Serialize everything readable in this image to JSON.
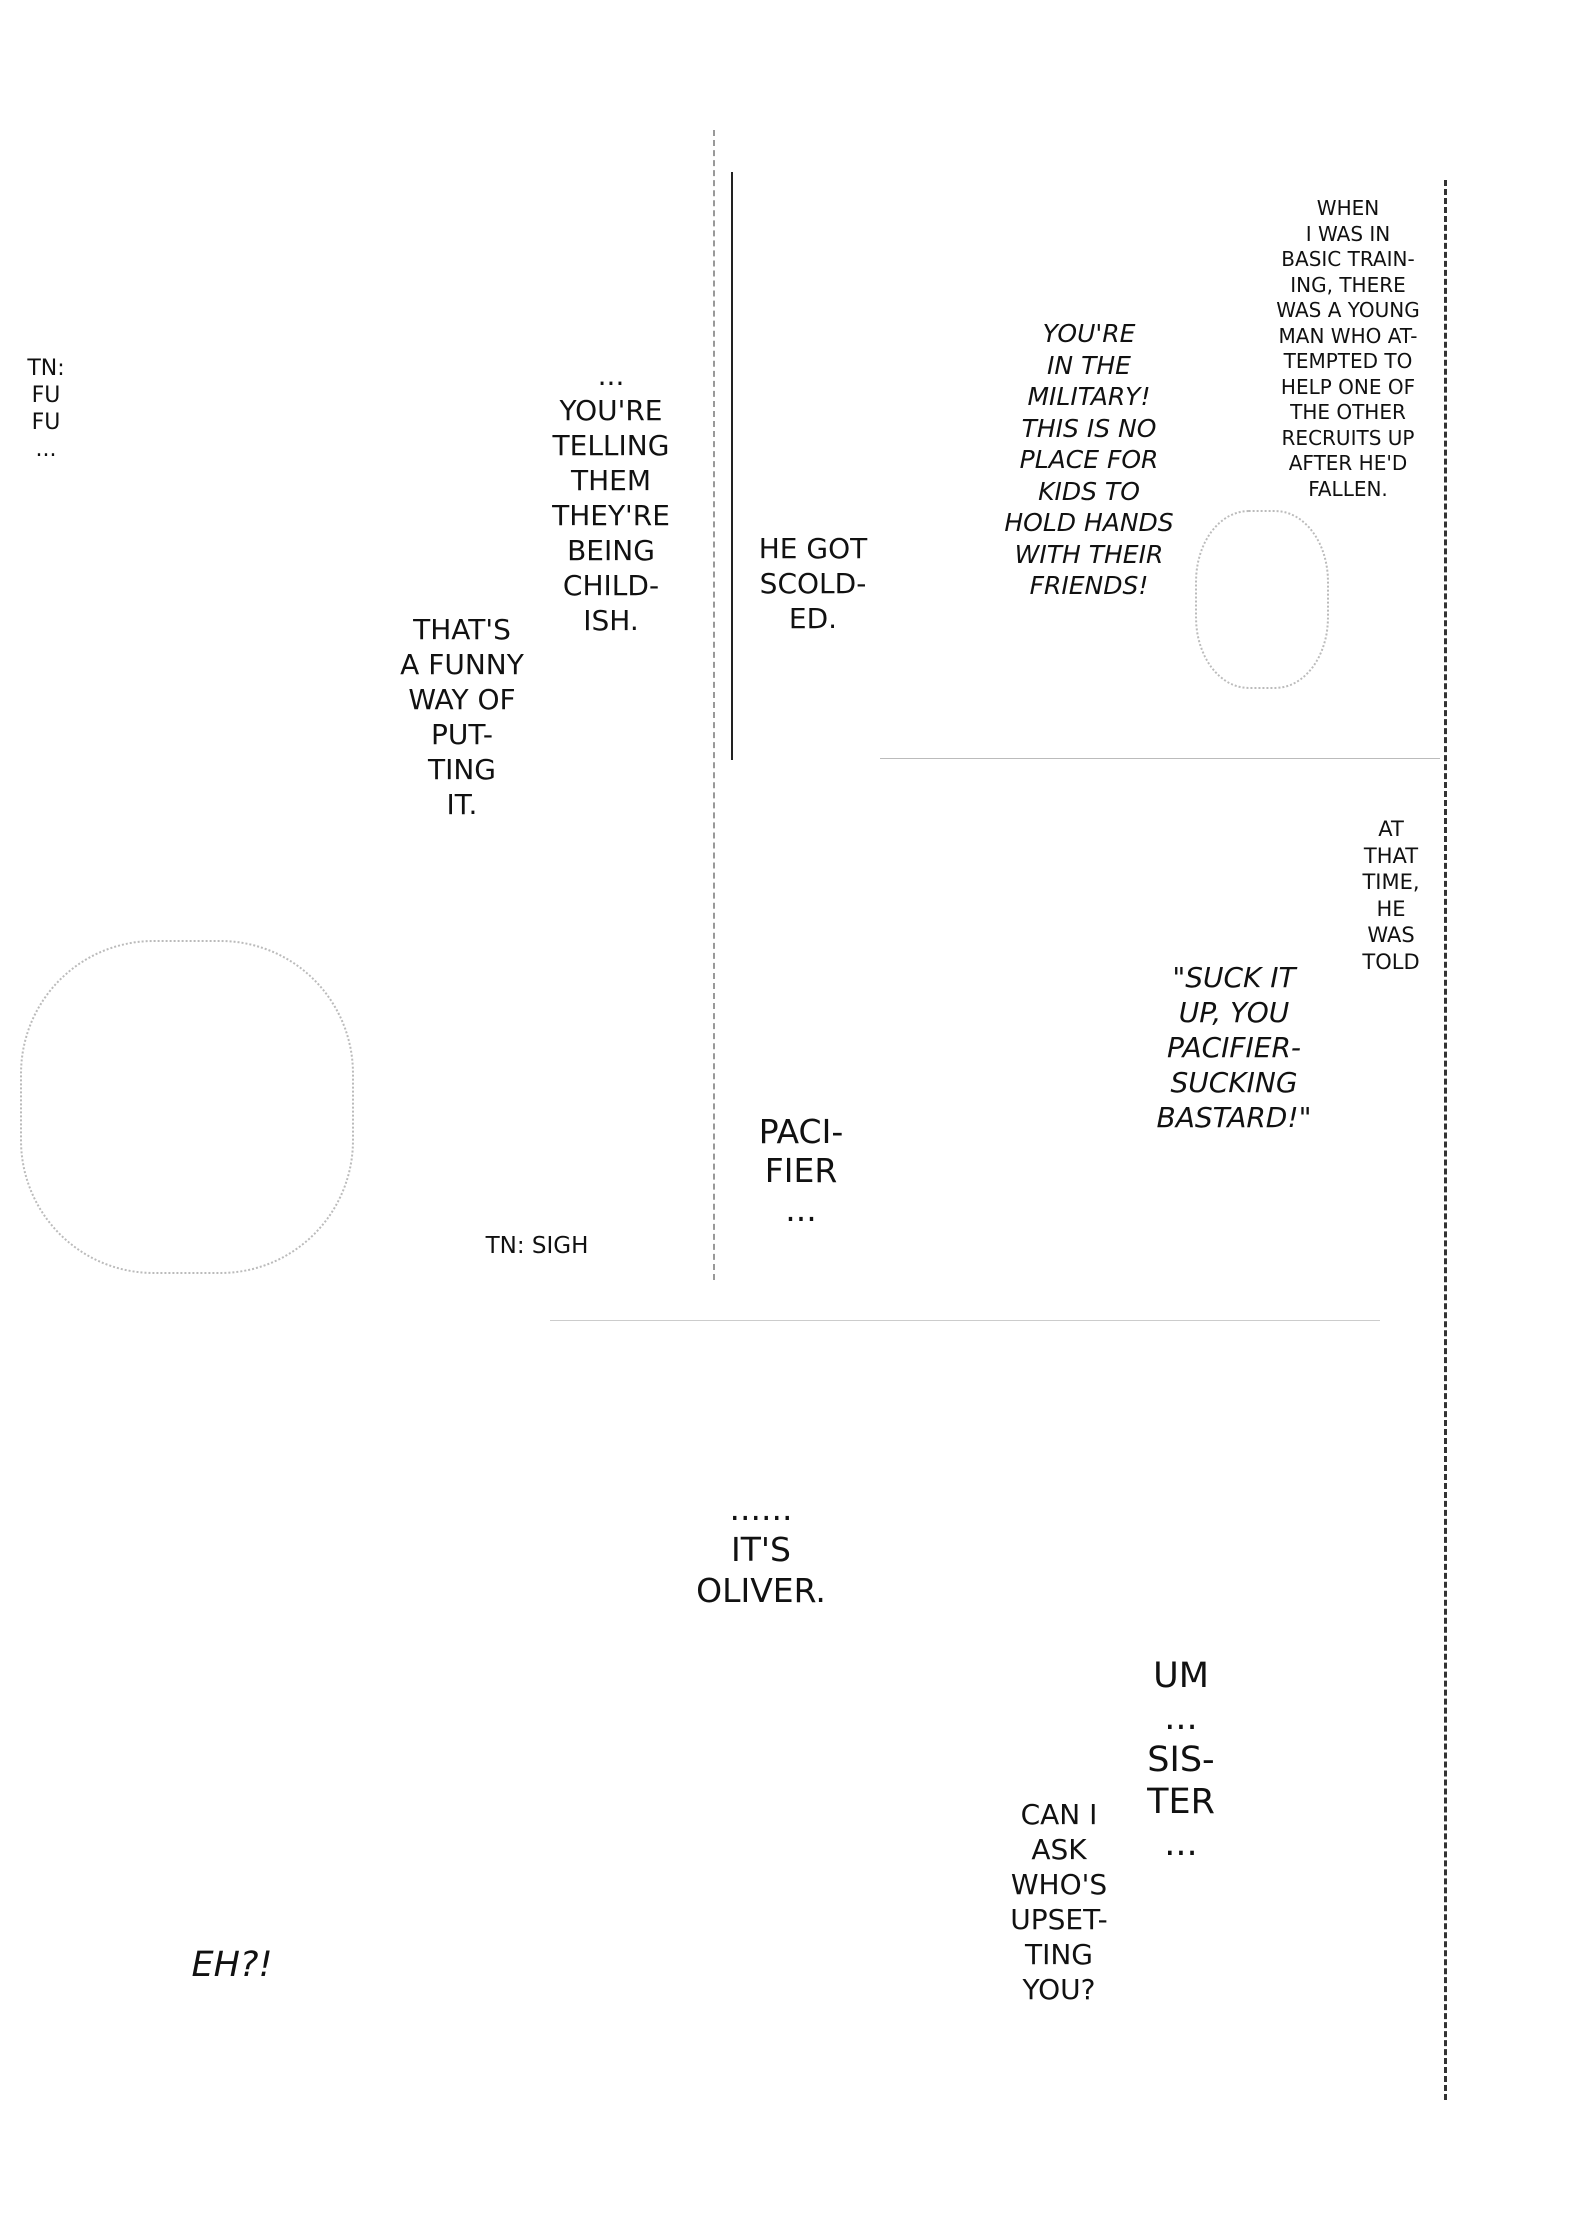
{
  "bubbles": {
    "tn_fu": [
      "TN:",
      "FU",
      "FU",
      "..."
    ],
    "childish": [
      "...",
      "YOU'RE",
      "TELLING",
      "THEM",
      "THEY'RE",
      "BEING",
      "CHILD-",
      "ISH."
    ],
    "funny_way": [
      "THAT'S",
      "A FUNNY",
      "WAY OF",
      "PUT-",
      "TING",
      "IT."
    ],
    "scolded": [
      "HE GOT",
      "SCOLD-",
      "ED."
    ],
    "military": [
      "YOU'RE",
      "IN THE",
      "MILITARY!",
      "THIS IS NO",
      "PLACE FOR",
      "KIDS TO",
      "HOLD HANDS",
      "WITH THEIR",
      "FRIENDS!"
    ],
    "basic_training": [
      "WHEN",
      "I WAS IN",
      "BASIC TRAIN-",
      "ING, THERE",
      "WAS A YOUNG",
      "MAN WHO AT-",
      "TEMPTED TO",
      "HELP ONE OF",
      "THE OTHER",
      "RECRUITS UP",
      "AFTER HE'D",
      "FALLEN."
    ],
    "at_that_time": [
      "AT",
      "THAT",
      "TIME,",
      "HE",
      "WAS",
      "TOLD"
    ],
    "suck_it_up": [
      "\"SUCK IT",
      "UP, YOU",
      "PACIFIER-",
      "SUCKING",
      "BASTARD!\""
    ],
    "pacifier": [
      "PACI-",
      "FIER",
      "..."
    ],
    "tn_sigh": "TN: SIGH",
    "oliver": [
      "......",
      "IT'S",
      "OLIVER."
    ],
    "um_sister": [
      "UM",
      "...",
      "SIS-",
      "TER",
      "..."
    ],
    "can_i_ask": [
      "CAN I",
      "ASK",
      "WHO'S",
      "UPSET-",
      "TING",
      "YOU?"
    ],
    "eh": "EH?!"
  }
}
